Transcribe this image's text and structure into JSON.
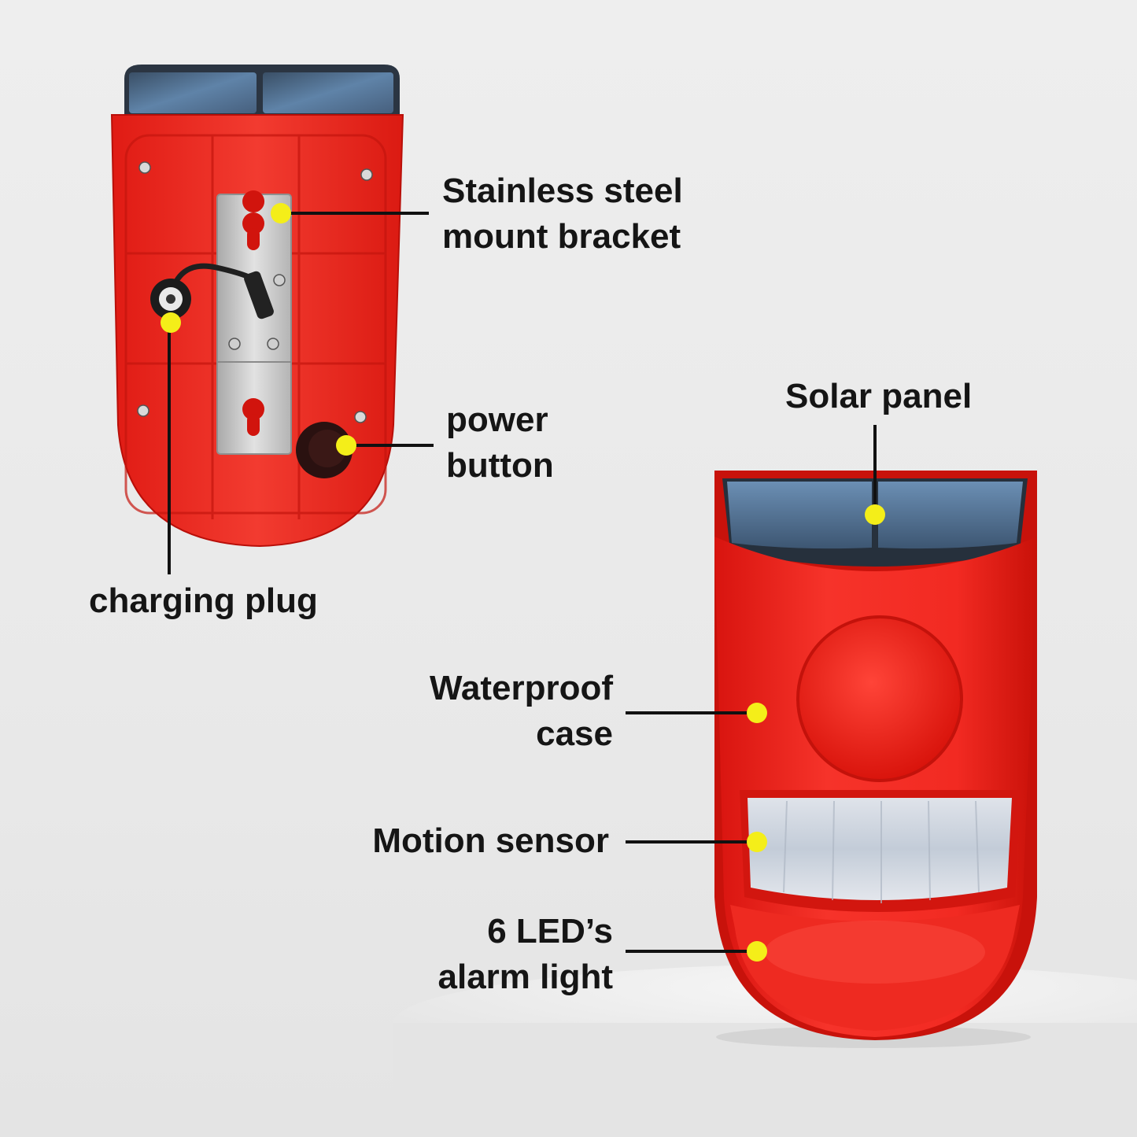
{
  "colors": {
    "accent_dot": "#f4ee19",
    "leader_line": "#111111",
    "case_red": "#f2261f",
    "solar_blue": "#4e6f94"
  },
  "callouts": {
    "bracket": {
      "line1": "Stainless steel",
      "line2": "mount bracket"
    },
    "power": {
      "line1": "power",
      "line2": "button"
    },
    "charging": {
      "line1": "charging plug"
    },
    "solar": {
      "line1": "Solar panel"
    },
    "case": {
      "line1": "Waterproof",
      "line2": "case"
    },
    "motion": {
      "line1": "Motion sensor"
    },
    "led": {
      "line1": "6 LED’s",
      "line2": "alarm light"
    }
  }
}
